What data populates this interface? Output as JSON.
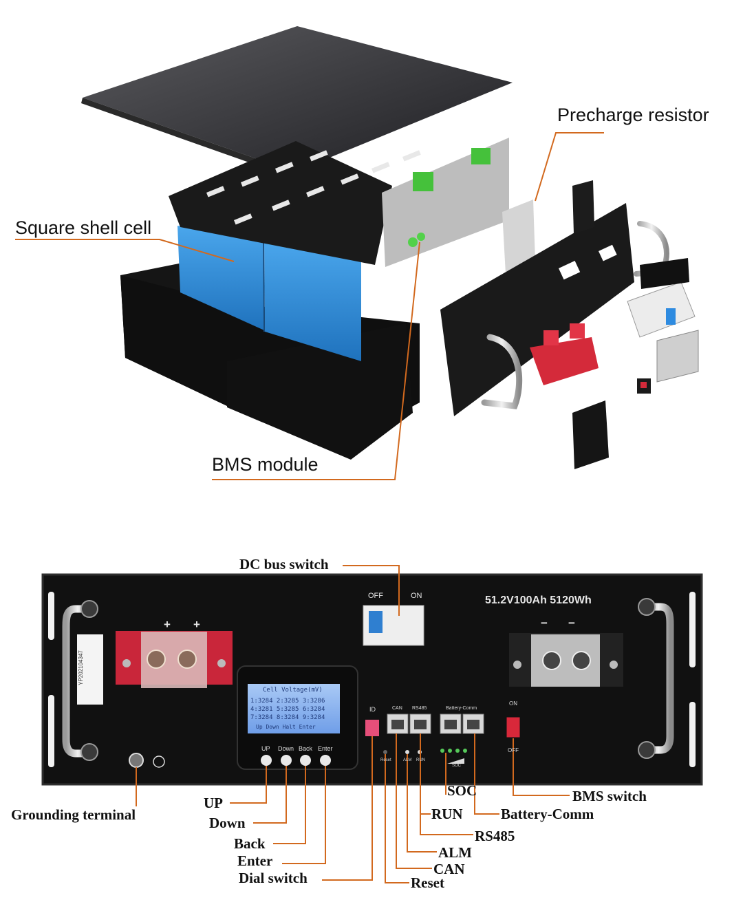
{
  "exploded_view": {
    "labels": {
      "precharge_resistor": "Precharge resistor",
      "square_shell_cell": "Square shell cell",
      "bms_module": "BMS module"
    }
  },
  "front_panel": {
    "rating": "51.2V100Ah  5120Wh",
    "switch_states": {
      "off": "OFF",
      "on": "ON"
    },
    "terminals": {
      "positive": "+",
      "negative": "−"
    },
    "serial_sticker": "YP202104347",
    "lcd": {
      "title": "Cell Voltage(mV)",
      "rows": [
        "1:3284  2:3285  3:3286",
        "4:3281  5:3285  6:3284",
        "7:3284  8:3284  9:3284"
      ],
      "footer": "Up  Down  Halt  Enter"
    },
    "button_captions": [
      "UP",
      "Down",
      "Back",
      "Enter"
    ],
    "port_captions": {
      "id": "ID",
      "can": "CAN",
      "rs485": "RS485",
      "battery_comm": "Battery-Comm"
    },
    "small_marks": {
      "reset": "Reset",
      "alm": "ALM",
      "run": "RUN",
      "soc": "SOC"
    },
    "bms_switch_states": {
      "on": "ON",
      "off": "OFF"
    }
  },
  "callouts": {
    "dc_bus_switch": "DC bus switch",
    "grounding_terminal": "Grounding terminal",
    "up": "UP",
    "down": "Down",
    "back": "Back",
    "enter": "Enter",
    "dial_switch": "Dial switch",
    "soc": "SOC",
    "run": "RUN",
    "rs485": "RS485",
    "alm": "ALM",
    "can": "CAN",
    "reset": "Reset",
    "bms_switch": "BMS switch",
    "battery_comm": "Battery-Comm"
  },
  "colors": {
    "leader_line": "#d2691e",
    "cell_blue": "#2f8fd8",
    "terminal_red": "#d42a3a",
    "panel_black": "#111111",
    "lcd_blue": "#8fb8f0"
  }
}
